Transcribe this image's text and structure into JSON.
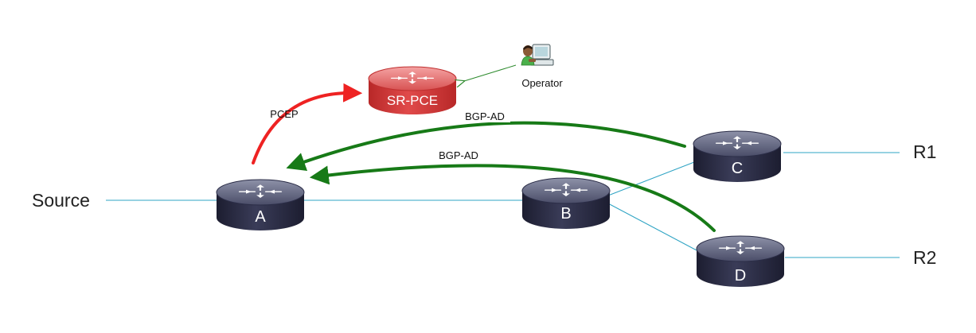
{
  "nodes": {
    "source": "Source",
    "a": "A",
    "b": "B",
    "c": "C",
    "d": "D",
    "r1": "R1",
    "r2": "R2",
    "pce": "SR-PCE",
    "operator": "Operator"
  },
  "edges": {
    "pcep": "PCEP",
    "bgp_ad_c": "BGP-AD",
    "bgp_ad_d": "BGP-AD"
  },
  "colors": {
    "link": "#2fa4c4",
    "pcep_arrow": "#ee2222",
    "bgp_arrow": "#177a17",
    "operator_arrow": "#2e8b2e",
    "router_body": "#2b2d47",
    "pce_body": "#d23a3a"
  },
  "icons": {
    "router": "router-icon",
    "operator": "operator-at-workstation-icon"
  }
}
